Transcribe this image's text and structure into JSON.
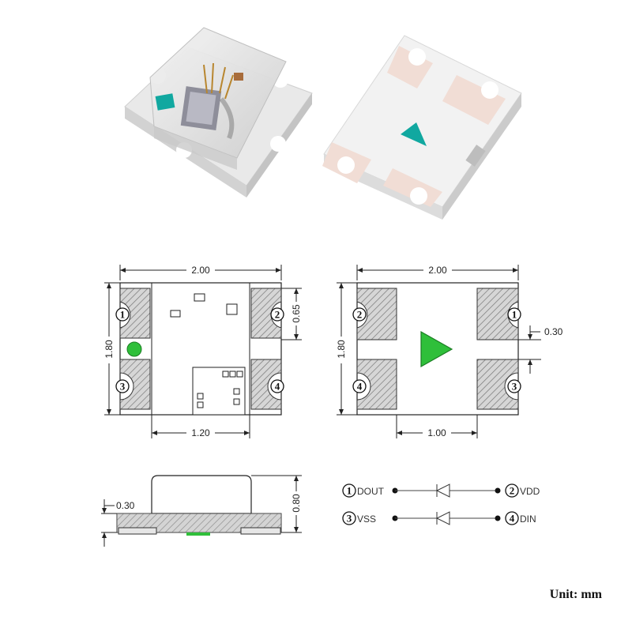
{
  "photos": {
    "top_view_alt": "LED top photo",
    "bottom_view_alt": "LED bottom photo"
  },
  "top_view": {
    "width_label": "2.00",
    "height_label": "1.80",
    "pad_height_label": "0.65",
    "inner_width_label": "1.20",
    "pins": [
      "1",
      "2",
      "3",
      "4"
    ]
  },
  "bottom_view": {
    "width_label": "2.00",
    "height_label": "1.80",
    "gap_label": "0.30",
    "inner_width_label": "1.00",
    "pins": [
      "2",
      "1",
      "4",
      "3"
    ]
  },
  "side_view": {
    "base_height_label": "0.30",
    "total_height_label": "0.80"
  },
  "schematic": {
    "rows": [
      {
        "left_num": "1",
        "left_label": "DOUT",
        "right_num": "2",
        "right_label": "VDD"
      },
      {
        "left_num": "3",
        "left_label": "VSS",
        "right_num": "4",
        "right_label": "DIN"
      }
    ]
  },
  "unit_label": "Unit: mm",
  "colors": {
    "accent_green": "#2fbf3a",
    "teal": "#11a8a0",
    "pad_pink": "#f1ddd5"
  }
}
